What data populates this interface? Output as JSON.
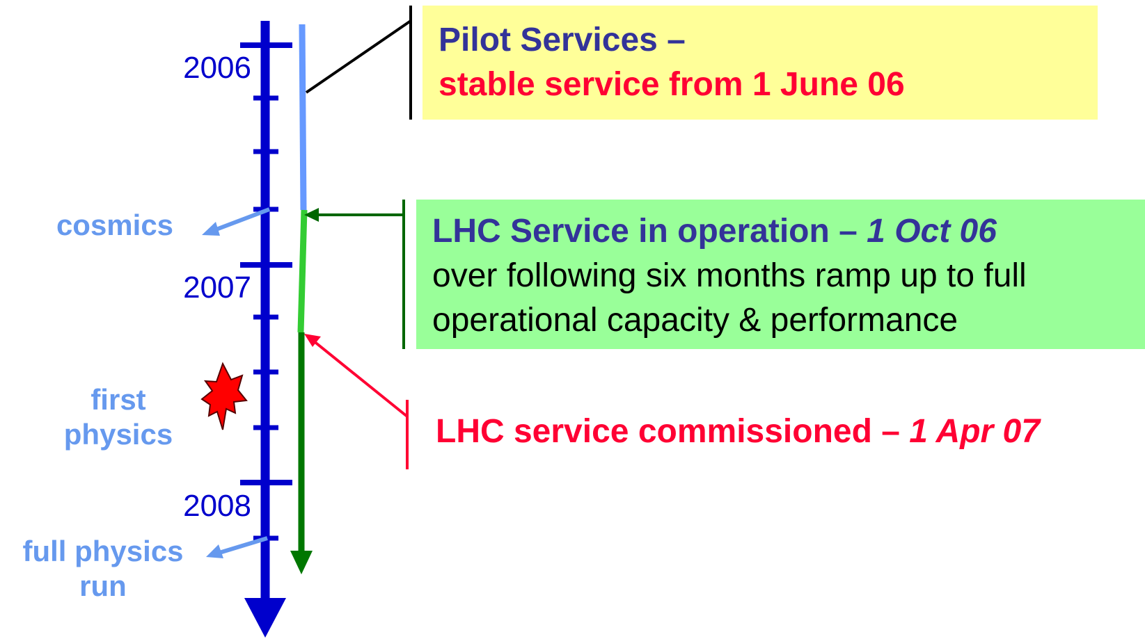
{
  "colors": {
    "timeline": "#0000cc",
    "label_blue": "#6699ee",
    "heading_navy": "#333399",
    "red": "#ff0033",
    "green_dark": "#006600",
    "green_bar": "#33cc33",
    "pilot_bar": "#6699ff",
    "yellow_box": "#ffff99",
    "green_box": "#99ff99",
    "star_fill": "#ff0000",
    "star_stroke": "#660000"
  },
  "timeline": {
    "years": [
      "2006",
      "2007",
      "2008"
    ]
  },
  "labels": {
    "cosmics": "cosmics",
    "first_physics": [
      "first",
      "physics"
    ],
    "full_physics_run": [
      "full physics",
      "run"
    ]
  },
  "pilot_box": {
    "title": "Pilot Services –",
    "subtitle": "stable service from 1 June 06"
  },
  "lhc_box": {
    "title": "LHC Service in operation – ",
    "title_date": "1 Oct 06",
    "line2": "over following six months ramp up to full",
    "line3": "operational capacity & performance"
  },
  "commissioned": {
    "text": "LHC service commissioned – ",
    "date": "1 Apr 07"
  },
  "icons": {
    "milestone": "explosion-star-icon"
  }
}
